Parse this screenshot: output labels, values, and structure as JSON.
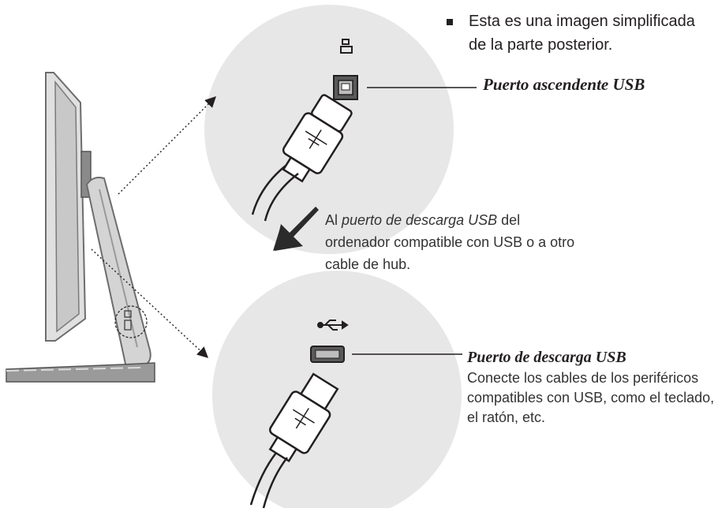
{
  "note": {
    "text": "Esta es una imagen simplificada de la parte posterior."
  },
  "upstream": {
    "label": "Puerto ascendente USB"
  },
  "middle": {
    "prefix": "Al ",
    "port_name": "puerto de descarga USB",
    "rest": " del ordenador compatible con USB o a otro cable de hub."
  },
  "downstream": {
    "label": "Puerto de descarga USB",
    "description": "Conecte los cables de los periféricos compatibles con USB, como el teclado, el ratón, etc."
  },
  "colors": {
    "circle": "#e7e7e7",
    "monitor_light": "#dcdcdc",
    "monitor_dark": "#8c8c8c",
    "base": "#9a9a9a",
    "arrow": "#2b2b2b"
  },
  "icons": [
    "network-port-icon",
    "usb-trident-icon",
    "usb-b-port-icon",
    "usb-a-port-icon",
    "usb-b-plug-icon",
    "usb-a-plug-icon"
  ]
}
